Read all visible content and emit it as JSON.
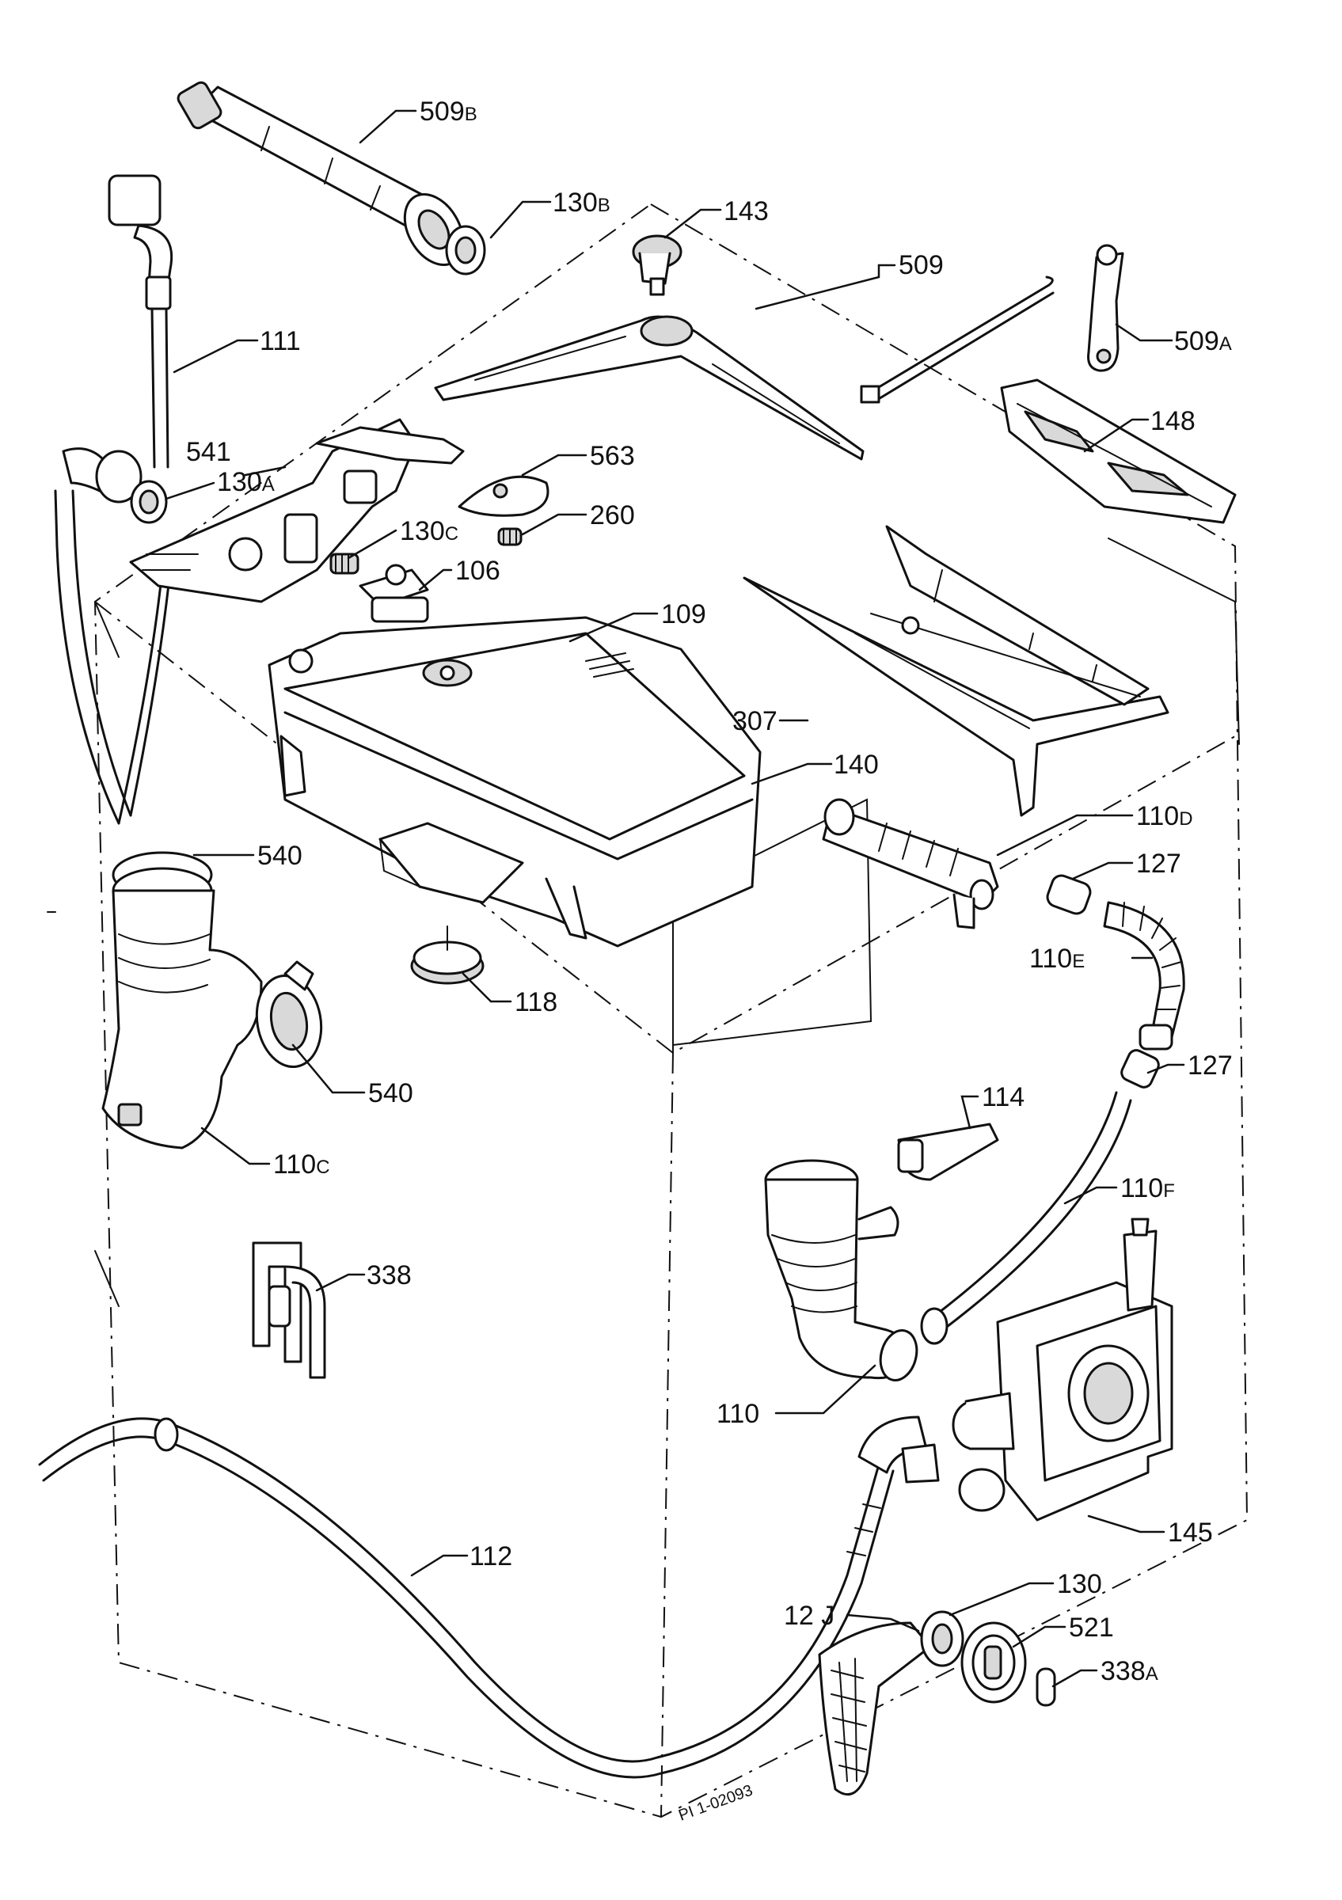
{
  "diagram": {
    "drawing_code": "PI 1-02093",
    "callouts": [
      {
        "id": "509b",
        "num": "509",
        "suffix": "B"
      },
      {
        "id": "130b",
        "num": "130",
        "suffix": "B"
      },
      {
        "id": "143",
        "num": "143",
        "suffix": ""
      },
      {
        "id": "509",
        "num": "509",
        "suffix": ""
      },
      {
        "id": "509a",
        "num": "509",
        "suffix": "A"
      },
      {
        "id": "111",
        "num": "111",
        "suffix": ""
      },
      {
        "id": "148",
        "num": "148",
        "suffix": ""
      },
      {
        "id": "541",
        "num": "541",
        "suffix": ""
      },
      {
        "id": "130a",
        "num": "130",
        "suffix": "A"
      },
      {
        "id": "563",
        "num": "563",
        "suffix": ""
      },
      {
        "id": "260",
        "num": "260",
        "suffix": ""
      },
      {
        "id": "130c",
        "num": "130",
        "suffix": "C"
      },
      {
        "id": "106",
        "num": "106",
        "suffix": ""
      },
      {
        "id": "109",
        "num": "109",
        "suffix": ""
      },
      {
        "id": "307",
        "num": "307",
        "suffix": ""
      },
      {
        "id": "140",
        "num": "140",
        "suffix": ""
      },
      {
        "id": "110d",
        "num": "110",
        "suffix": "D"
      },
      {
        "id": "540a",
        "num": "540",
        "suffix": ""
      },
      {
        "id": "127a",
        "num": "127",
        "suffix": ""
      },
      {
        "id": "110e",
        "num": "110",
        "suffix": "E"
      },
      {
        "id": "118",
        "num": "118",
        "suffix": ""
      },
      {
        "id": "540b",
        "num": "540",
        "suffix": ""
      },
      {
        "id": "127b",
        "num": "127",
        "suffix": ""
      },
      {
        "id": "114",
        "num": "114",
        "suffix": ""
      },
      {
        "id": "110c",
        "num": "110",
        "suffix": "C"
      },
      {
        "id": "110f",
        "num": "110",
        "suffix": "F"
      },
      {
        "id": "338",
        "num": "338",
        "suffix": ""
      },
      {
        "id": "110",
        "num": "110",
        "suffix": ""
      },
      {
        "id": "145",
        "num": "145",
        "suffix": ""
      },
      {
        "id": "112",
        "num": "112",
        "suffix": ""
      },
      {
        "id": "130",
        "num": "130",
        "suffix": ""
      },
      {
        "id": "12j",
        "num": "12 J",
        "suffix": ""
      },
      {
        "id": "521",
        "num": "521",
        "suffix": ""
      },
      {
        "id": "338a",
        "num": "338",
        "suffix": "A"
      }
    ]
  }
}
